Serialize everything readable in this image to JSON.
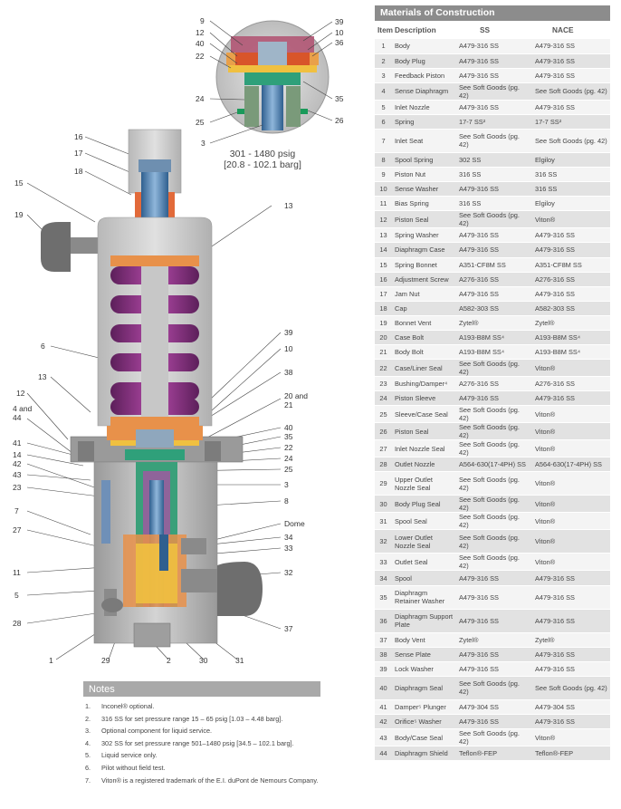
{
  "drawing": {
    "pressure_range": "301 - 1480 psig",
    "pressure_range_metric": "[20.8 - 102.1 barg]",
    "callouts": {
      "top_left": [
        "9",
        "12",
        "40",
        "22",
        "24",
        "25",
        "3"
      ],
      "top_right": [
        "39",
        "10",
        "36",
        "35",
        "26"
      ],
      "left": [
        "16",
        "17",
        "18",
        "15",
        "19",
        "6",
        "13",
        "12",
        "4 and 44",
        "41",
        "14",
        "42",
        "43",
        "23",
        "7",
        "27",
        "11",
        "5",
        "28",
        "1"
      ],
      "right": [
        "13",
        "39",
        "10",
        "38",
        "20 and 21",
        "40",
        "35",
        "22",
        "24",
        "25",
        "3",
        "8",
        "Dome",
        "34",
        "33",
        "32",
        "37"
      ],
      "bottom": [
        "29",
        "2",
        "30",
        "31"
      ]
    }
  },
  "notes": {
    "title": "Notes",
    "items": [
      {
        "num": "1.",
        "text": "Inconel® optional."
      },
      {
        "num": "2.",
        "text": "316 SS for set pressure range 15 – 65 psig [1.03 – 4.48 barg]."
      },
      {
        "num": "3.",
        "text": "Optional component for liquid service."
      },
      {
        "num": "4.",
        "text": "302 SS for set pressure range 501–1480 psig [34.5 – 102.1 barg]."
      },
      {
        "num": "5.",
        "text": "Liquid service only."
      },
      {
        "num": "6.",
        "text": "Pilot without field test."
      },
      {
        "num": "7.",
        "text": "Viton® is a registered trademark of the E.I. duPont de Nemours Company."
      }
    ]
  },
  "materials": {
    "title": "Materials of Construction",
    "headers": {
      "item": "Item",
      "description": "Description",
      "ss": "SS",
      "nace": "NACE"
    },
    "rows": [
      {
        "item": "1",
        "description": "Body",
        "ss": "A479-316 SS",
        "nace": "A479-316 SS"
      },
      {
        "item": "2",
        "description": "Body Plug",
        "ss": "A479-316 SS",
        "nace": "A479-316 SS"
      },
      {
        "item": "3",
        "description": "Feedback Piston",
        "ss": "A479-316 SS",
        "nace": "A479-316 SS"
      },
      {
        "item": "4",
        "description": "Sense Diaphragm",
        "ss": "See Soft Goods (pg. 42)",
        "nace": "See Soft Goods (pg. 42)"
      },
      {
        "item": "5",
        "description": "Inlet Nozzle",
        "ss": "A479-316 SS",
        "nace": "A479-316 SS"
      },
      {
        "item": "6",
        "description": "Spring",
        "ss": "17-7 SS²",
        "nace": "17-7 SS²"
      },
      {
        "item": "7",
        "description": "Inlet Seat",
        "ss": "See Soft Goods (pg. 42)",
        "nace": "See Soft Goods (pg. 42)"
      },
      {
        "item": "8",
        "description": "Spool Spring",
        "ss": "302 SS",
        "nace": "Elgiloy"
      },
      {
        "item": "9",
        "description": "Piston Nut",
        "ss": "316 SS",
        "nace": "316 SS"
      },
      {
        "item": "10",
        "description": "Sense Washer",
        "ss": "A479-316 SS",
        "nace": "316 SS"
      },
      {
        "item": "11",
        "description": "Bias Spring",
        "ss": "316 SS",
        "nace": "Elgiloy"
      },
      {
        "item": "12",
        "description": "Piston Seal",
        "ss": "See Soft Goods (pg. 42)",
        "nace": "Viton®"
      },
      {
        "item": "13",
        "description": "Spring Washer",
        "ss": "A479-316 SS",
        "nace": "A479-316 SS"
      },
      {
        "item": "14",
        "description": "Diaphragm Case",
        "ss": "A479-316 SS",
        "nace": "A479-316 SS"
      },
      {
        "item": "15",
        "description": "Spring Bonnet",
        "ss": "A351-CF8M SS",
        "nace": "A351-CF8M SS"
      },
      {
        "item": "16",
        "description": "Adjustment Screw",
        "ss": "A276-316 SS",
        "nace": "A276-316 SS"
      },
      {
        "item": "17",
        "description": "Jam Nut",
        "ss": "A479-316 SS",
        "nace": "A479-316 SS"
      },
      {
        "item": "18",
        "description": "Cap",
        "ss": "A582-303 SS",
        "nace": "A582-303 SS"
      },
      {
        "item": "19",
        "description": "Bonnet Vent",
        "ss": "Zytel®",
        "nace": "Zytel®"
      },
      {
        "item": "20",
        "description": "Case Bolt",
        "ss": "A193-B8M SS⁴",
        "nace": "A193-B8M SS⁴"
      },
      {
        "item": "21",
        "description": "Body Bolt",
        "ss": "A193-B8M SS⁴",
        "nace": "A193-B8M SS⁴"
      },
      {
        "item": "22",
        "description": "Case/Liner Seal",
        "ss": "See Soft Goods (pg. 42)",
        "nace": "Viton®"
      },
      {
        "item": "23",
        "description": "Bushing/Damper⁴",
        "ss": "A276-316 SS",
        "nace": "A276-316 SS"
      },
      {
        "item": "24",
        "description": "Piston Sleeve",
        "ss": "A479-316 SS",
        "nace": "A479-316 SS"
      },
      {
        "item": "25",
        "description": "Sleeve/Case Seal",
        "ss": "See Soft Goods (pg. 42)",
        "nace": "Viton®"
      },
      {
        "item": "26",
        "description": "Piston Seal",
        "ss": "See Soft Goods (pg. 42)",
        "nace": "Viton®"
      },
      {
        "item": "27",
        "description": "Inlet Nozzle Seal",
        "ss": "See Soft Goods (pg. 42)",
        "nace": "Viton®"
      },
      {
        "item": "28",
        "description": "Outlet Nozzle",
        "ss": "A564-630(17-4PH) SS",
        "nace": "A564-630(17-4PH) SS"
      },
      {
        "item": "29",
        "description": "Upper Outlet Nozzle Seal",
        "ss": "See Soft Goods (pg. 42)",
        "nace": "Viton®"
      },
      {
        "item": "30",
        "description": "Body Plug Seal",
        "ss": "See Soft Goods (pg. 42)",
        "nace": "Viton®"
      },
      {
        "item": "31",
        "description": "Spool Seal",
        "ss": "See Soft Goods (pg. 42)",
        "nace": "Viton®"
      },
      {
        "item": "32",
        "description": "Lower Outlet Nozzle Seal",
        "ss": "See Soft Goods (pg. 42)",
        "nace": "Viton®"
      },
      {
        "item": "33",
        "description": "Outlet Seal",
        "ss": "See Soft Goods (pg. 42)",
        "nace": "Viton®"
      },
      {
        "item": "34",
        "description": "Spool",
        "ss": "A479-316 SS",
        "nace": "A479-316 SS"
      },
      {
        "item": "35",
        "description": "Diaphragm Retainer Washer",
        "ss": "A479-316 SS",
        "nace": "A479-316 SS"
      },
      {
        "item": "36",
        "description": "Diaphragm Support Plate",
        "ss": "A479-316 SS",
        "nace": "A479-316 SS"
      },
      {
        "item": "37",
        "description": "Body Vent",
        "ss": "Zytel®",
        "nace": "Zytel®"
      },
      {
        "item": "38",
        "description": "Sense Plate",
        "ss": "A479-316 SS",
        "nace": "A479-316 SS"
      },
      {
        "item": "39",
        "description": "Lock Washer",
        "ss": "A479-316 SS",
        "nace": "A479-316 SS"
      },
      {
        "item": "40",
        "description": "Diaphragm Seal",
        "ss": "See Soft Goods (pg. 42)",
        "nace": "See Soft Goods (pg. 42)"
      },
      {
        "item": "41",
        "description": "Damper⁵ Plunger",
        "ss": "A479-304 SS",
        "nace": "A479-304 SS"
      },
      {
        "item": "42",
        "description": "Orifice⁵ Washer",
        "ss": "A479-316 SS",
        "nace": "A479-316 SS"
      },
      {
        "item": "43",
        "description": "Body/Case Seal",
        "ss": "See Soft Goods (pg. 42)",
        "nace": "Viton®"
      },
      {
        "item": "44",
        "description": "Diaphragm Shield",
        "ss": "Teflon®-FEP",
        "nace": "Teflon®-FEP"
      }
    ]
  }
}
